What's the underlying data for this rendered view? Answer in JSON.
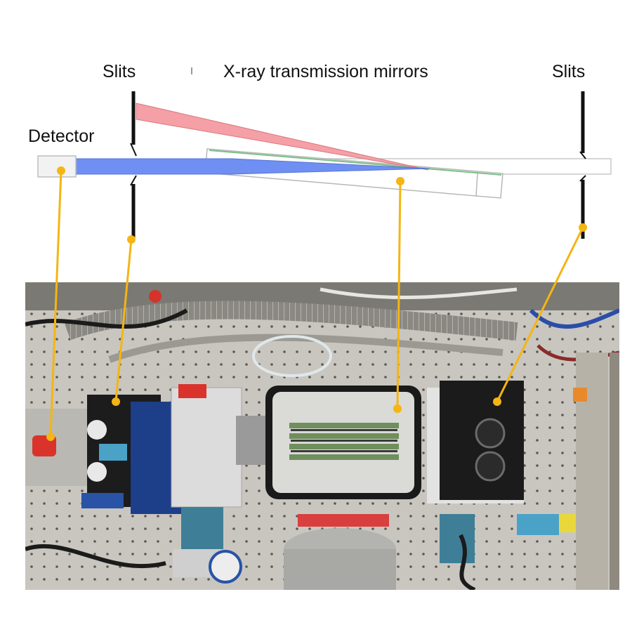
{
  "labels": {
    "slits_left": "Slits",
    "mirrors": "X-ray transmission mirrors",
    "slits_right": "Slits",
    "detector": "Detector"
  },
  "colors": {
    "reflected_beam": "#f4a0a6",
    "direct_beam": "#6f8ff2",
    "callout": "#f5b512",
    "slit": "#111111",
    "mirror_plate": "#9fd3a6",
    "photo_background": "#c9c6c0",
    "mirror_chamber": "#d8d8d6",
    "stage_blue": "#1d3f8a"
  },
  "photo": {
    "description_icon": "beamline-photo"
  }
}
